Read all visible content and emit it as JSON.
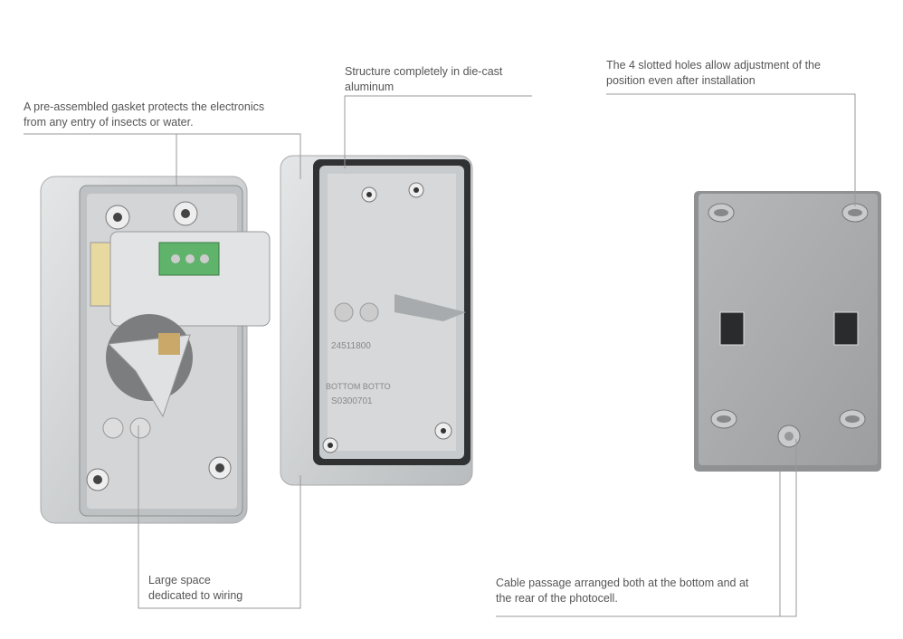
{
  "callouts": {
    "gasket": "A pre-assembled gasket protects the electronics\nfrom  any entry of insects or water.",
    "structure": "Structure completely in die-cast\naluminum",
    "slotted_holes": "The 4 slotted holes allow adjustment of the\nposition even after installation",
    "wiring_space": "Large space\ndedicated to wiring",
    "cable_passage": "Cable passage arranged both at the bottom  and at\nthe rear of the photocell."
  },
  "product_markings": {
    "code1": "24511800",
    "code2": "BOTTOM BOTTO",
    "code3": "S0300701"
  },
  "colors": {
    "line": "#999999",
    "text": "#555555",
    "aluminum": "#c9ccce",
    "plate": "#a9abad",
    "terminal": "#5fb36a"
  }
}
